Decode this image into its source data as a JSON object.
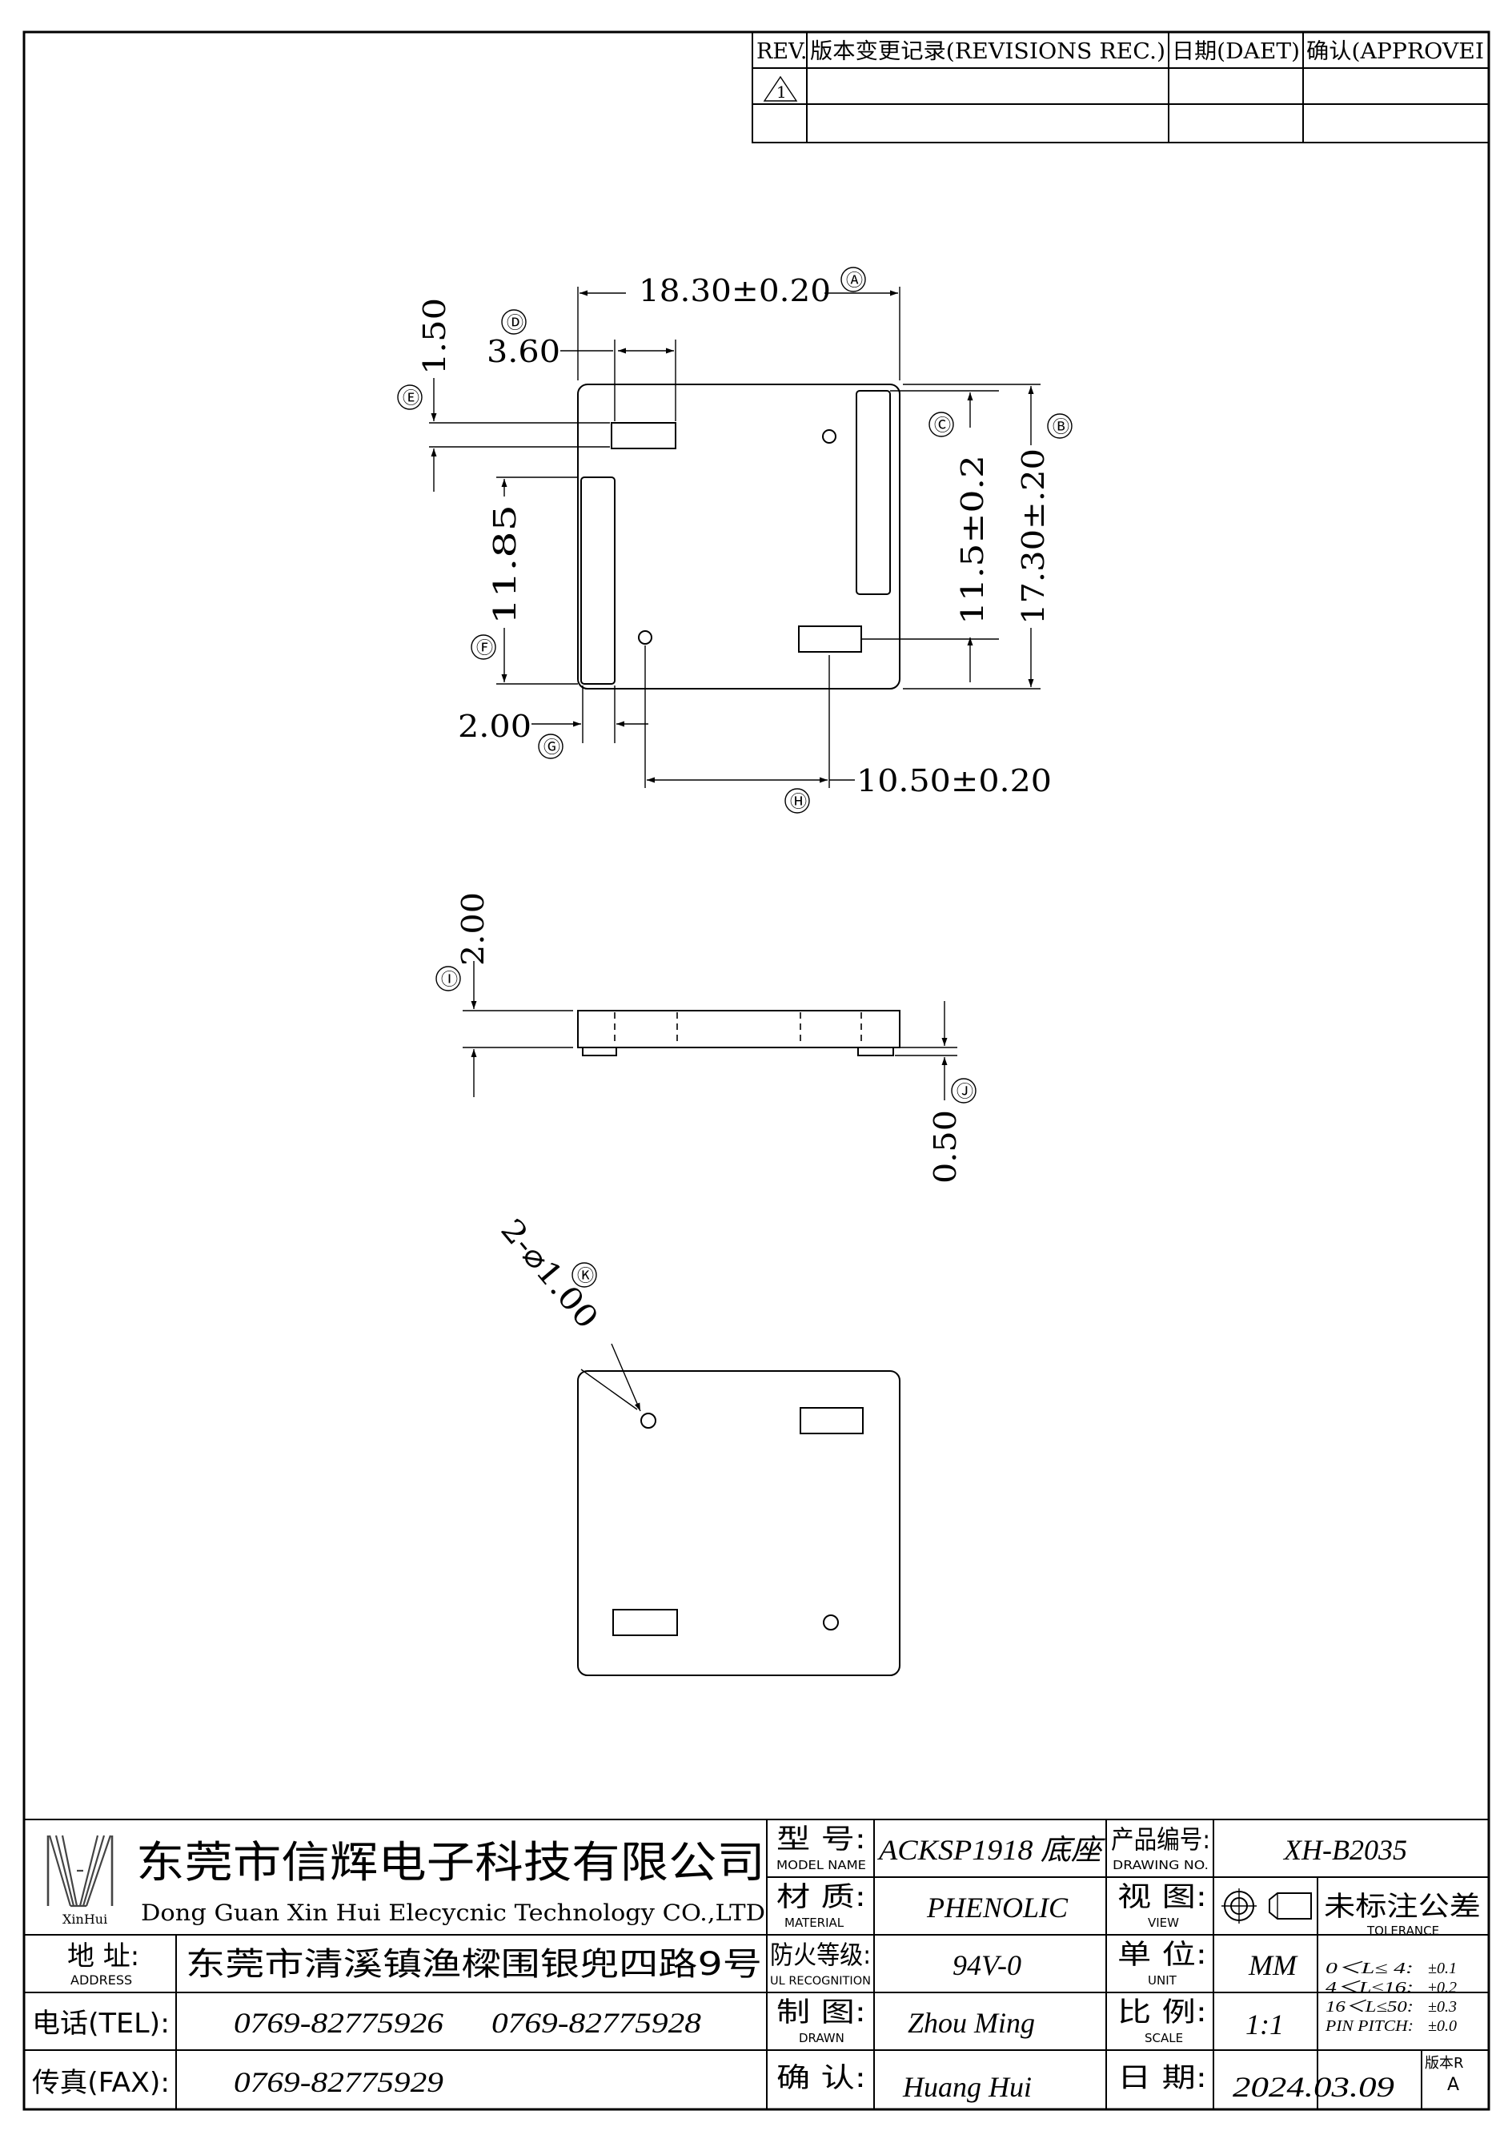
{
  "revision_table": {
    "headers": [
      "REV.",
      "版本变更记录(REVISIONS REC.)",
      "日期(DAET)",
      "确认(APPROVEI"
    ],
    "rev_mark": "1"
  },
  "dimensions": {
    "A": {
      "callout": "Ⓐ",
      "value": "18.30±0.20"
    },
    "B": {
      "callout": "Ⓑ",
      "value": "17.30±.20"
    },
    "C": {
      "callout": "Ⓒ",
      "value": "11.5±0.2"
    },
    "D": {
      "callout": "Ⓓ",
      "value": "3.60"
    },
    "E": {
      "callout": "Ⓔ",
      "value": "1.50"
    },
    "F": {
      "callout": "Ⓕ",
      "value": "11.85"
    },
    "G": {
      "callout": "Ⓖ",
      "value": "2.00"
    },
    "H": {
      "callout": "Ⓗ",
      "value": "10.50±0.20"
    },
    "I": {
      "callout": "Ⓘ",
      "value": "2.00"
    },
    "J": {
      "callout": "Ⓙ",
      "value": "0.50"
    },
    "K": {
      "callout": "Ⓚ",
      "value": "2-⌀1.00"
    }
  },
  "title_block": {
    "logo_text": "XinHui",
    "company_cn": "东莞市信辉电子科技有限公司",
    "company_en": "Dong Guan Xin Hui Elecycnic Technology CO.,LTD",
    "address_label_cn": "地 址:",
    "address_label_en": "ADDRESS",
    "address": "东莞市清溪镇渔樑围银兜四路9号",
    "tel_label": "电话(TEL):",
    "tel1": "0769-82775926",
    "tel2": "0769-82775928",
    "fax_label": "传真(FAX):",
    "fax": "0769-82775929",
    "model_label_cn": "型 号:",
    "model_label_en": "MODEL NAME",
    "model": "ACKSP1918 底座",
    "material_label_cn": "材 质:",
    "material_label_en": "MATERIAL",
    "material": "PHENOLIC",
    "ul_label_cn": "防火等级:",
    "ul_label_en": "UL RECOGNITION",
    "ul": "94V-0",
    "drawn_label_cn": "制 图:",
    "drawn_label_en": "DRAWN",
    "drawn": "Zhou Ming",
    "approve_label_cn": "确 认:",
    "approve": "Huang Hui",
    "drawing_no_label_cn": "产品编号:",
    "drawing_no_label_en": "DRAWING NO.",
    "drawing_no": "XH-B2035",
    "view_label_cn": "视 图:",
    "view_label_en": "VIEW",
    "unit_label_cn": "单 位:",
    "unit_label_en": "UNIT",
    "unit": "MM",
    "scale_label_cn": "比 例:",
    "scale_label_en": "SCALE",
    "scale": "1:1",
    "date_label_cn": "日 期:",
    "date": "2024.03.09",
    "version_label": "版本R",
    "version": "A",
    "tolerance_title_cn": "未标注公差",
    "tolerance_title_en": "TOLERANCE",
    "tolerance": [
      {
        "range": "0＜L≤ 4:",
        "value": "±0.1"
      },
      {
        "range": "4＜L≤16:",
        "value": "±0.2"
      },
      {
        "range": "16＜L≤50:",
        "value": "±0.3"
      },
      {
        "range": "PIN PITCH:",
        "value": "±0.0"
      }
    ]
  }
}
